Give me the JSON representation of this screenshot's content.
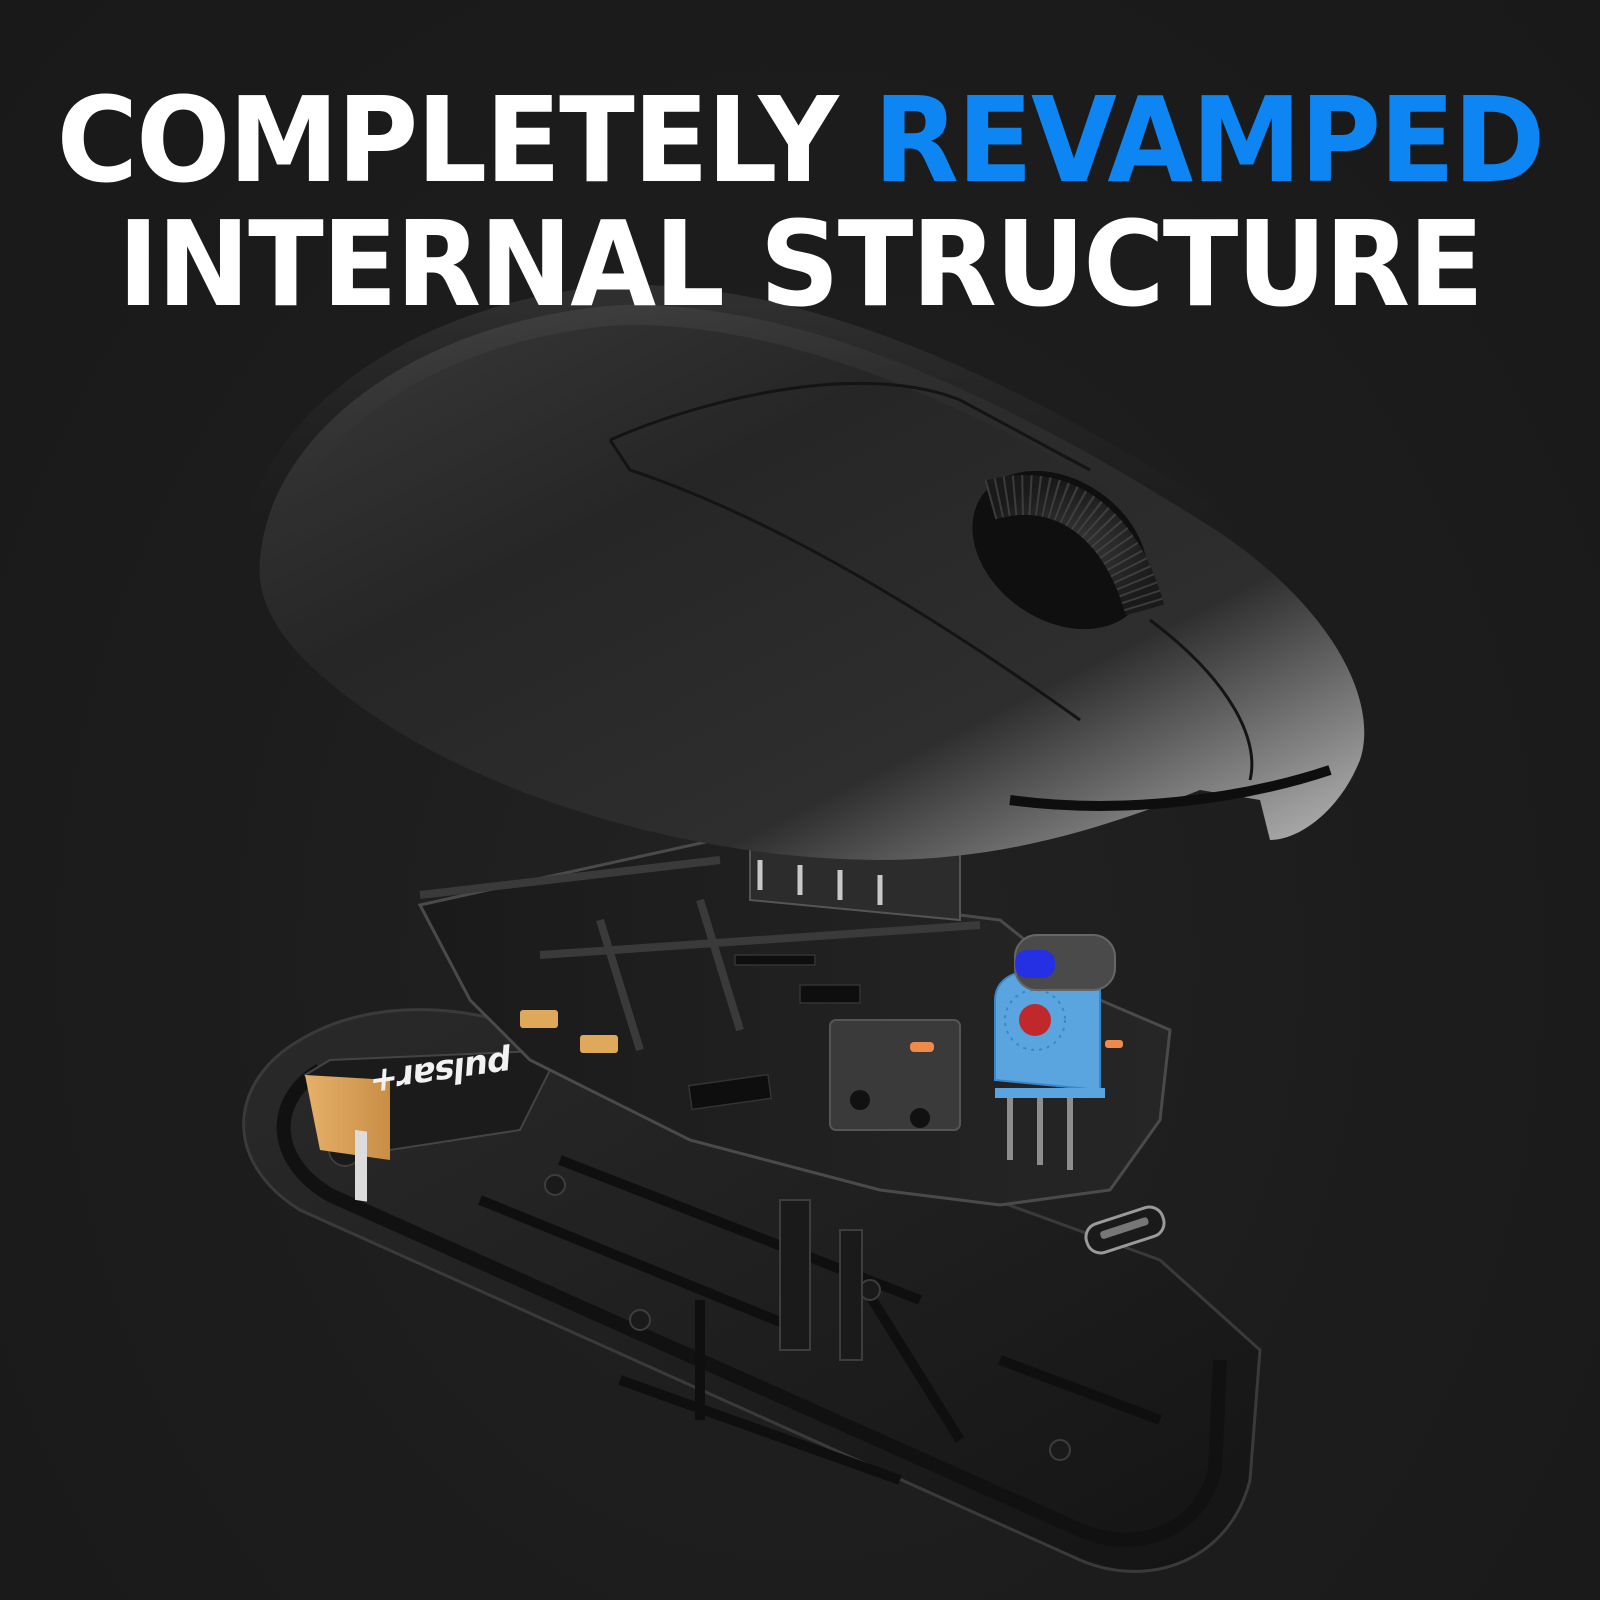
{
  "headline": {
    "line1_prefix": "COMPLETELY",
    "line1_accent": "REVAMPED",
    "line2": "INTERNAL STRUCTURE"
  },
  "colors": {
    "background": "#1c1c1c",
    "text": "#ffffff",
    "accent": "#0d85f2",
    "encoder_blue": "#5aa5e0",
    "encoder_red": "#c0282a",
    "battery_gold": "#e0a85a",
    "switch_orange": "#f08a4b"
  },
  "product": {
    "description": "Exploded view of a wireless gaming mouse: top shell, PCB with switches and scroll encoder, battery, bottom shell",
    "components": [
      "top-shell",
      "scroll-wheel",
      "main-switches",
      "pcb",
      "scroll-encoder",
      "side-button-led",
      "battery",
      "usb-c-port",
      "bottom-shell"
    ],
    "battery_brand": "pulsar+"
  }
}
